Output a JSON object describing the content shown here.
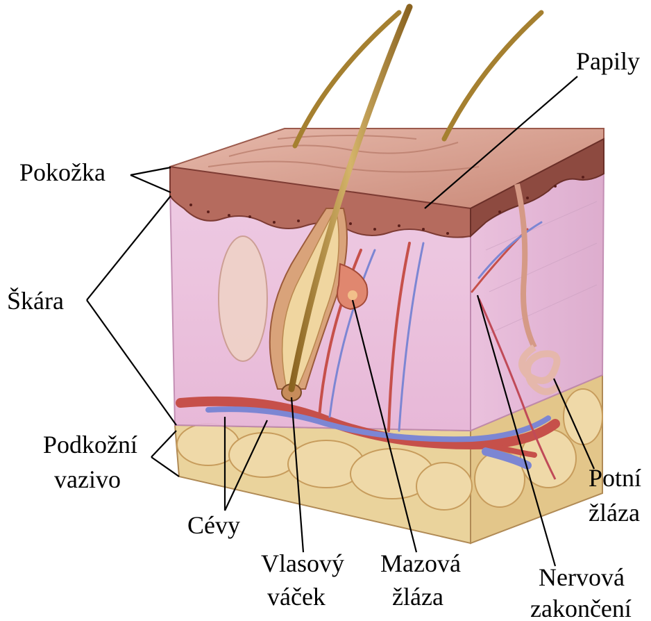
{
  "diagram": {
    "labels": {
      "pokozka": "Pokožka",
      "skara": "Škára",
      "podkozni_1": "Podkožní",
      "podkozni_2": "vazivo",
      "cevy": "Cévy",
      "vlasovy_1": "Vlasový",
      "vlasovy_2": "váček",
      "mazova_1": "Mazová",
      "mazova_2": "žláza",
      "nervova_1": "Nervová",
      "nervova_2": "zakončení",
      "potni_1": "Potní",
      "potni_2": "žláza",
      "papily": "Papily"
    },
    "colors": {
      "epidermis": "#a8574e",
      "epidermis_top": "#d9a293",
      "dermis": "#ecc5e0",
      "subcutis": "#e8cc8f",
      "artery": "#c6504a",
      "vein": "#7c86d3",
      "hair": "#b08a3a"
    }
  }
}
